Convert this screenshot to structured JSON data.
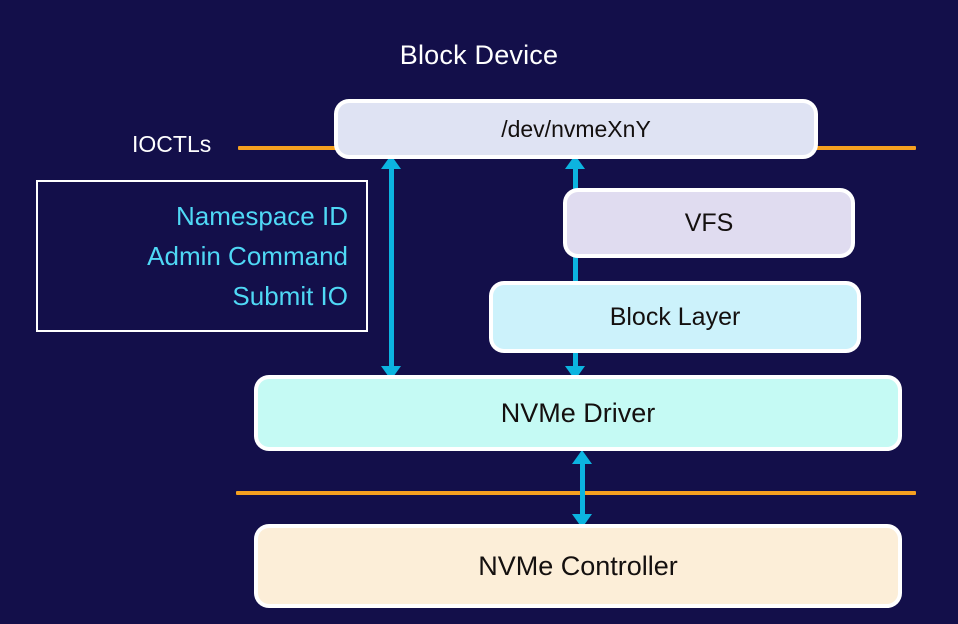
{
  "diagram": {
    "title": "Block Device",
    "background_color": "#130f4a",
    "accent_rule_color": "#f5a020",
    "arrow_color": "#0cb4e0",
    "legend_text_color": "#4fd8f5",
    "label_text_color": "#ffffff"
  },
  "boundaries": {
    "ioctls_label": "IOCTLs"
  },
  "legend": {
    "lines": [
      "Namespace ID",
      "Admin Command",
      "Submit IO"
    ]
  },
  "nodes": {
    "devnode": {
      "label": "/dev/nvmeXnY",
      "color": "#dfe3f3"
    },
    "vfs": {
      "label": "VFS",
      "color": "#e0dcf0"
    },
    "block_layer": {
      "label": "Block Layer",
      "color": "#ccf2fb"
    },
    "nvme_driver": {
      "label": "NVMe Driver",
      "color": "#c5faf4"
    },
    "nvme_controller": {
      "label": "NVMe Controller",
      "color": "#fceed8"
    }
  },
  "connections": [
    {
      "name": "ioctl-path",
      "from": "nvme_driver",
      "to": "devnode",
      "style": "double-headed"
    },
    {
      "name": "filesystem-path",
      "from": "devnode",
      "to": "nvme_driver",
      "style": "double-headed"
    },
    {
      "name": "driver-controller-link",
      "from": "nvme_driver",
      "to": "nvme_controller",
      "style": "double-headed"
    }
  ]
}
